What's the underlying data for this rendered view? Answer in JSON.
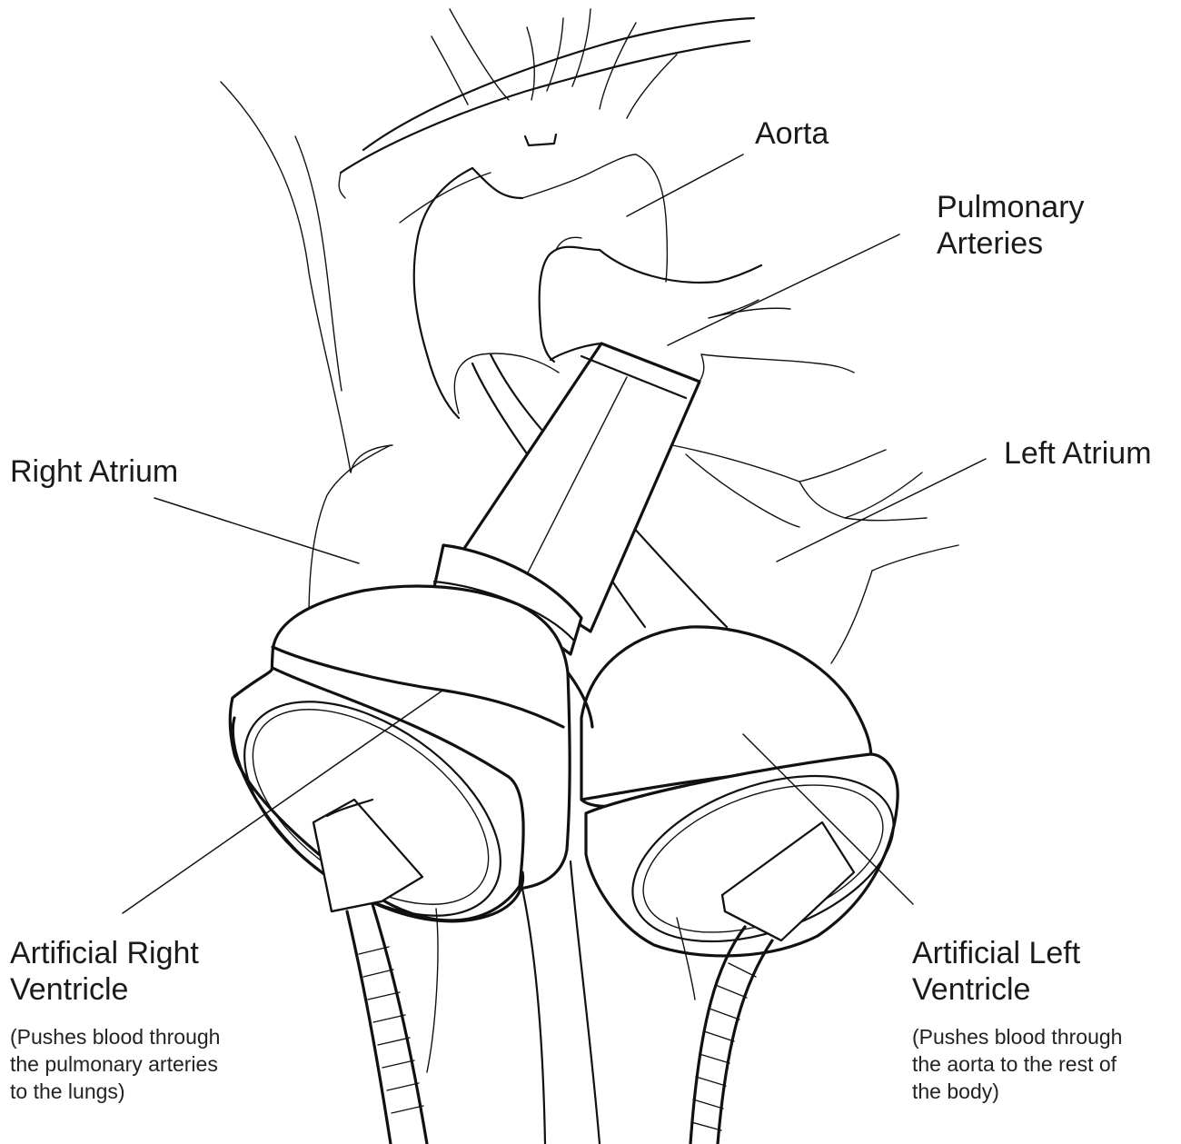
{
  "labels": {
    "aorta": "Aorta",
    "pulmonary_arteries": [
      "Pulmonary",
      "Arteries"
    ],
    "right_atrium": "Right Atrium",
    "left_atrium": "Left Atrium",
    "artificial_right_ventricle": {
      "title": [
        "Artificial Right",
        "Ventricle"
      ],
      "note": [
        "(Pushes blood through",
        "the pulmonary arteries",
        "to the lungs)"
      ]
    },
    "artificial_left_ventricle": {
      "title": [
        "Artificial Left",
        "Ventricle"
      ],
      "note": [
        "(Pushes blood through",
        "the aorta to the rest of",
        "the body)"
      ]
    }
  },
  "colors": {
    "line": "#111111",
    "text": "#1a1a1a",
    "background": "#ffffff"
  }
}
